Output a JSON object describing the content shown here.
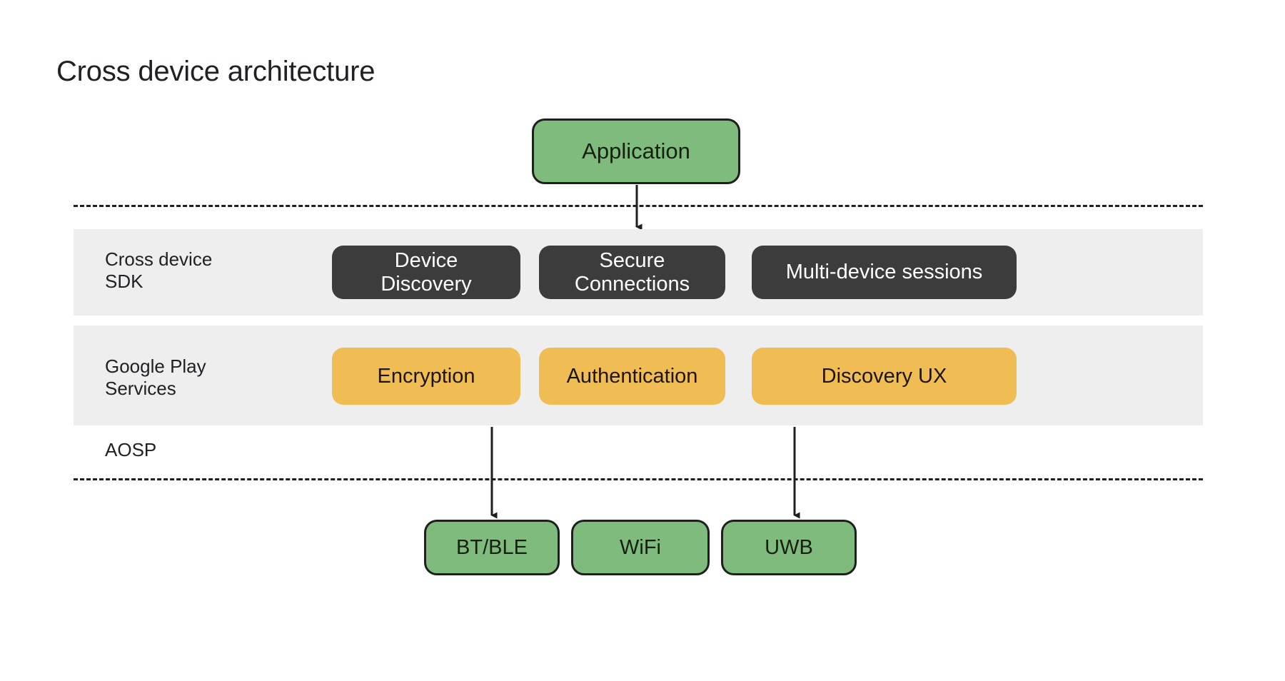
{
  "page": {
    "title": "Cross device architecture",
    "background_color": "#ffffff"
  },
  "colors": {
    "green_node": "#7ebb7d",
    "dark_node": "#3c3c3c",
    "yellow_node": "#efbd54",
    "band_gray": "#eeeeee",
    "stroke": "#1f1f1f",
    "text_dark": "#202124",
    "text_light": "#ffffff"
  },
  "diagram": {
    "type": "layered-architecture",
    "application": {
      "label": "Application"
    },
    "separators": [
      {
        "name": "top-dashed-rule",
        "style": "dashed"
      },
      {
        "name": "bottom-dashed-rule",
        "style": "dashed"
      }
    ],
    "layers": [
      {
        "id": "cross-device-sdk",
        "label": "Cross device\nSDK",
        "style": "dark",
        "nodes": [
          {
            "id": "device-discovery",
            "label": "Device\nDiscovery"
          },
          {
            "id": "secure-connections",
            "label": "Secure\nConnections"
          },
          {
            "id": "multi-device-sessions",
            "label": "Multi-device sessions"
          }
        ]
      },
      {
        "id": "google-play-services",
        "label": "Google Play\nServices",
        "style": "yellow",
        "nodes": [
          {
            "id": "encryption",
            "label": "Encryption"
          },
          {
            "id": "authentication",
            "label": "Authentication"
          },
          {
            "id": "discovery-ux",
            "label": "Discovery UX"
          }
        ]
      },
      {
        "id": "aosp",
        "label": "AOSP",
        "style": "plain",
        "nodes": [
          {
            "id": "bt-ble",
            "label": "BT/BLE"
          },
          {
            "id": "wifi",
            "label": "WiFi"
          },
          {
            "id": "uwb",
            "label": "UWB"
          }
        ]
      }
    ],
    "connections": [
      {
        "id": "application-to-sdk",
        "from": "Application",
        "to": "Cross device SDK",
        "direction": "down"
      },
      {
        "id": "encryption-to-btble",
        "from": "Encryption",
        "to": "BT/BLE",
        "direction": "down"
      },
      {
        "id": "discovery-ux-to-uwb",
        "from": "Discovery UX",
        "to": "UWB",
        "direction": "down"
      }
    ]
  }
}
